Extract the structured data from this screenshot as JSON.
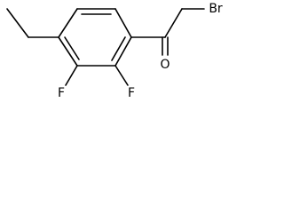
{
  "structure": {
    "atoms": {
      "oxygen": "O",
      "bromine": "Br",
      "fluorine_2": "F",
      "fluorine_3": "F"
    }
  },
  "colors": {
    "bond": "#000000",
    "label": "#000000",
    "background": "#ffffff"
  }
}
